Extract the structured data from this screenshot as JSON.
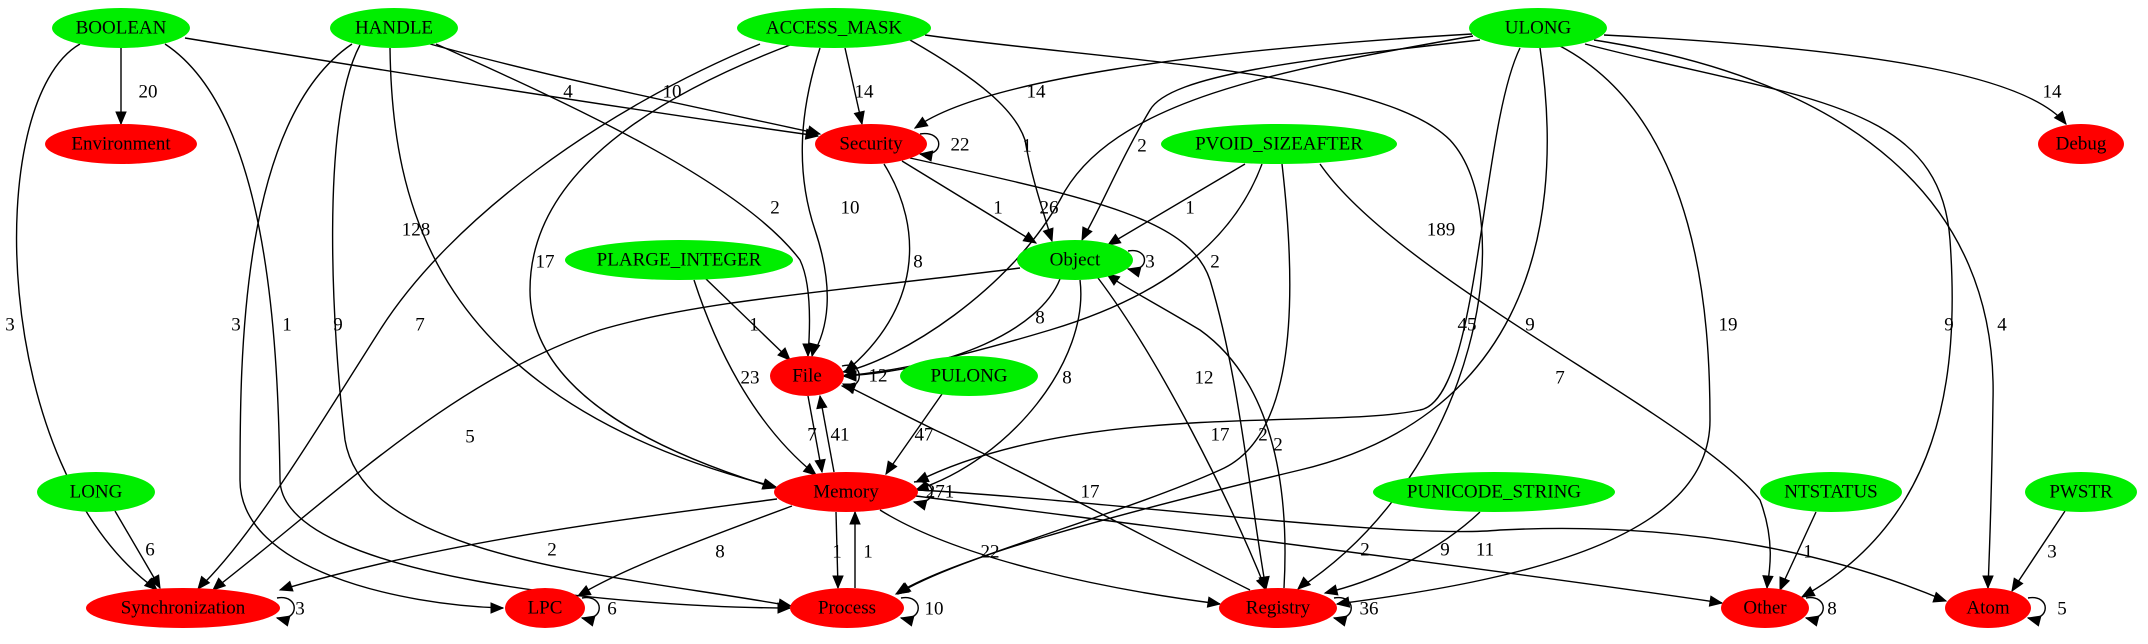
{
  "graph": {
    "colors": {
      "type": "#00ee00",
      "category": "#ff0000",
      "edge": "#000000"
    },
    "nodes": [
      {
        "id": "BOOLEAN",
        "label": "BOOLEAN",
        "kind": "type"
      },
      {
        "id": "HANDLE",
        "label": "HANDLE",
        "kind": "type"
      },
      {
        "id": "ACCESS_MASK",
        "label": "ACCESS_MASK",
        "kind": "type"
      },
      {
        "id": "ULONG",
        "label": "ULONG",
        "kind": "type"
      },
      {
        "id": "PVOID_SIZEAFTER",
        "label": "PVOID_SIZEAFTER",
        "kind": "type"
      },
      {
        "id": "PLARGE_INTEGER",
        "label": "PLARGE_INTEGER",
        "kind": "type"
      },
      {
        "id": "PULONG",
        "label": "PULONG",
        "kind": "type"
      },
      {
        "id": "LONG",
        "label": "LONG",
        "kind": "type"
      },
      {
        "id": "PUNICODE_STRING",
        "label": "PUNICODE_STRING",
        "kind": "type"
      },
      {
        "id": "NTSTATUS",
        "label": "NTSTATUS",
        "kind": "type"
      },
      {
        "id": "PWSTR",
        "label": "PWSTR",
        "kind": "type"
      },
      {
        "id": "Environment",
        "label": "Environment",
        "kind": "category"
      },
      {
        "id": "Security",
        "label": "Security",
        "kind": "category"
      },
      {
        "id": "Debug",
        "label": "Debug",
        "kind": "category"
      },
      {
        "id": "Object",
        "label": "Object",
        "kind": "type"
      },
      {
        "id": "File",
        "label": "File",
        "kind": "category"
      },
      {
        "id": "Memory",
        "label": "Memory",
        "kind": "category"
      },
      {
        "id": "Synchronization",
        "label": "Synchronization",
        "kind": "category"
      },
      {
        "id": "LPC",
        "label": "LPC",
        "kind": "category"
      },
      {
        "id": "Process",
        "label": "Process",
        "kind": "category"
      },
      {
        "id": "Registry",
        "label": "Registry",
        "kind": "category"
      },
      {
        "id": "Other",
        "label": "Other",
        "kind": "category"
      },
      {
        "id": "Atom",
        "label": "Atom",
        "kind": "category"
      }
    ],
    "edges": [
      {
        "from": "BOOLEAN",
        "to": "Environment",
        "label": "20"
      },
      {
        "from": "BOOLEAN",
        "to": "Security",
        "label": "4"
      },
      {
        "from": "BOOLEAN",
        "to": "Synchronization",
        "label": "3"
      },
      {
        "from": "BOOLEAN",
        "to": "Process",
        "label": "1"
      },
      {
        "from": "HANDLE",
        "to": "Security",
        "label": "10"
      },
      {
        "from": "HANDLE",
        "to": "File",
        "label": "2"
      },
      {
        "from": "HANDLE",
        "to": "Memory",
        "label": "128"
      },
      {
        "from": "HANDLE",
        "to": "LPC",
        "label": "3"
      },
      {
        "from": "HANDLE",
        "to": "Process",
        "label": "9"
      },
      {
        "from": "ACCESS_MASK",
        "to": "Security",
        "label": "14"
      },
      {
        "from": "ACCESS_MASK",
        "to": "File",
        "label": "10"
      },
      {
        "from": "ACCESS_MASK",
        "to": "Object",
        "label": "1"
      },
      {
        "from": "ACCESS_MASK",
        "to": "Memory",
        "label": "17"
      },
      {
        "from": "ACCESS_MASK",
        "to": "Synchronization",
        "label": "7"
      },
      {
        "from": "ACCESS_MASK",
        "to": "Registry",
        "label": "45"
      },
      {
        "from": "ULONG",
        "to": "Security",
        "label": "14"
      },
      {
        "from": "ULONG",
        "to": "Object",
        "label": "2"
      },
      {
        "from": "ULONG",
        "to": "File",
        "label": "26"
      },
      {
        "from": "ULONG",
        "to": "Memory",
        "label": "189"
      },
      {
        "from": "ULONG",
        "to": "Process",
        "label": "9"
      },
      {
        "from": "ULONG",
        "to": "Registry",
        "label": "19"
      },
      {
        "from": "ULONG",
        "to": "Other",
        "label": "9"
      },
      {
        "from": "ULONG",
        "to": "Atom",
        "label": "4"
      },
      {
        "from": "ULONG",
        "to": "Debug",
        "label": "14"
      },
      {
        "from": "PVOID_SIZEAFTER",
        "to": "Object",
        "label": "1"
      },
      {
        "from": "PVOID_SIZEAFTER",
        "to": "File",
        "label": "2"
      },
      {
        "from": "PVOID_SIZEAFTER",
        "to": "Process",
        "label": "2"
      },
      {
        "from": "PVOID_SIZEAFTER",
        "to": "Other",
        "label": "7"
      },
      {
        "from": "Security",
        "to": "Security",
        "label": "22"
      },
      {
        "from": "Security",
        "to": "Object",
        "label": "1"
      },
      {
        "from": "Security",
        "to": "File",
        "label": "8"
      },
      {
        "from": "Security",
        "to": "Registry",
        "label": "12"
      },
      {
        "from": "Object",
        "to": "Object",
        "label": "3"
      },
      {
        "from": "Object",
        "to": "File",
        "label": "8"
      },
      {
        "from": "Object",
        "to": "Memory",
        "label": "8"
      },
      {
        "from": "Object",
        "to": "Synchronization",
        "label": "5"
      },
      {
        "from": "Object",
        "to": "Registry",
        "label": "17"
      },
      {
        "from": "Registry",
        "to": "Object",
        "label": "2"
      },
      {
        "from": "PLARGE_INTEGER",
        "to": "File",
        "label": "1"
      },
      {
        "from": "PLARGE_INTEGER",
        "to": "Memory",
        "label": "23"
      },
      {
        "from": "File",
        "to": "File",
        "label": "12"
      },
      {
        "from": "File",
        "to": "Memory",
        "label": "7"
      },
      {
        "from": "Memory",
        "to": "File",
        "label": "41"
      },
      {
        "from": "Registry",
        "to": "File",
        "label": "17"
      },
      {
        "from": "PULONG",
        "to": "Memory",
        "label": "47"
      },
      {
        "from": "Memory",
        "to": "Memory",
        "label": "271"
      },
      {
        "from": "Memory",
        "to": "Synchronization",
        "label": "2"
      },
      {
        "from": "Memory",
        "to": "LPC",
        "label": "8"
      },
      {
        "from": "Memory",
        "to": "Process",
        "label": "1"
      },
      {
        "from": "Process",
        "to": "Memory",
        "label": "1"
      },
      {
        "from": "Memory",
        "to": "Registry",
        "label": "22"
      },
      {
        "from": "Memory",
        "to": "Other",
        "label": "2"
      },
      {
        "from": "Memory",
        "to": "Atom",
        "label": "9"
      },
      {
        "from": "LONG",
        "to": "Synchronization",
        "label": "6"
      },
      {
        "from": "PUNICODE_STRING",
        "to": "Registry",
        "label": "11"
      },
      {
        "from": "NTSTATUS",
        "to": "Other",
        "label": "1"
      },
      {
        "from": "PWSTR",
        "to": "Atom",
        "label": "3"
      },
      {
        "from": "Synchronization",
        "to": "Synchronization",
        "label": "3"
      },
      {
        "from": "LPC",
        "to": "LPC",
        "label": "6"
      },
      {
        "from": "Process",
        "to": "Process",
        "label": "10"
      },
      {
        "from": "Registry",
        "to": "Registry",
        "label": "36"
      },
      {
        "from": "Other",
        "to": "Other",
        "label": "8"
      },
      {
        "from": "Atom",
        "to": "Atom",
        "label": "5"
      }
    ]
  }
}
